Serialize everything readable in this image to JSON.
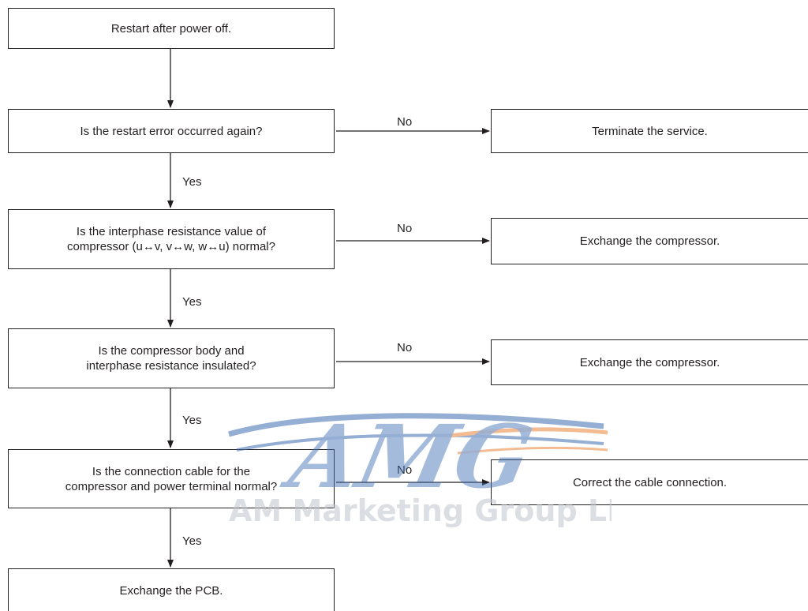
{
  "nodes": {
    "start": "Restart after power off.",
    "q1": "Is the restart error occurred again?",
    "q2": "Is the interphase resistance value of\ncompressor (u↔v, v↔w, w↔u) normal?",
    "q3": "Is the compressor body and\ninterphase resistance insulated?",
    "q4": "Is the connection cable for the\ncompressor and power terminal normal?",
    "end": "Exchange the PCB.",
    "r1": "Terminate the service.",
    "r2": "Exchange the compressor.",
    "r3": "Exchange the compressor.",
    "r4": "Correct the cable connection."
  },
  "labels": {
    "no": "No",
    "yes": "Yes"
  },
  "watermark": {
    "logo_text": "AMG",
    "company_text": "AM Marketing Group LLC",
    "colors": {
      "blue": "#3f6db1",
      "orange": "#e8843a",
      "grey": "#c8c8c8"
    }
  },
  "colors": {
    "line": "#231f20",
    "background": "#ffffff"
  }
}
